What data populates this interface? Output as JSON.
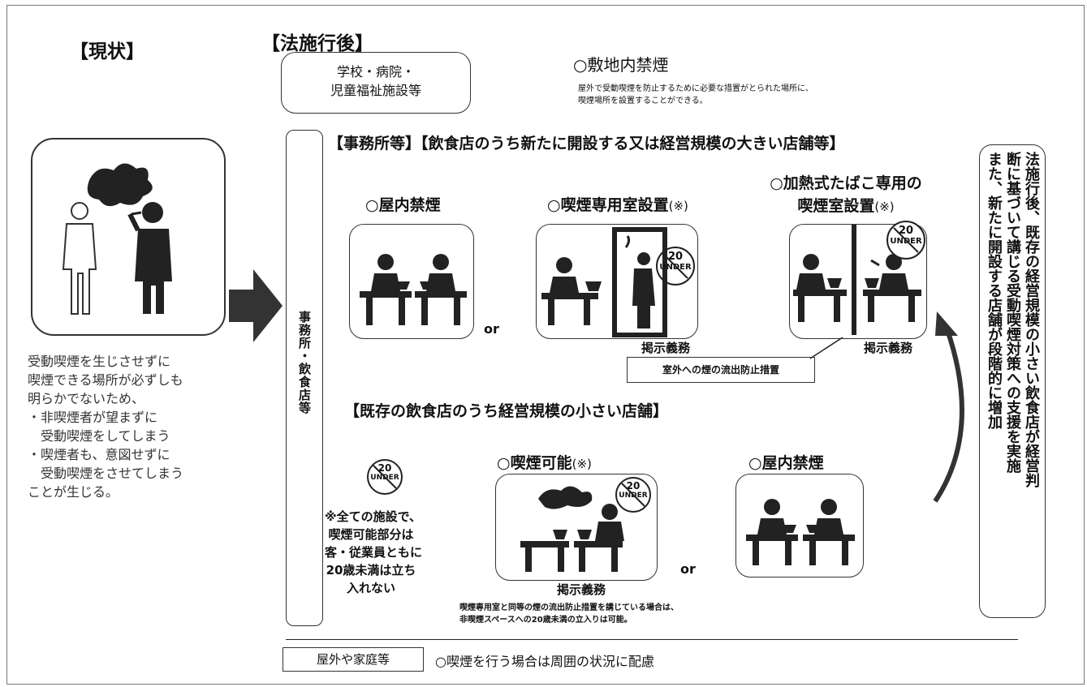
{
  "current": {
    "heading": "【現状】",
    "description": [
      "受動喫煙を生じさせずに",
      "喫煙できる場所が必ずしも",
      "明らかでないため、",
      "・非喫煙者が望まずに",
      "　受動喫煙をしてしまう",
      "・喫煙者も、意図せずに",
      "　受動喫煙をさせてしまう",
      "ことが生じる。"
    ]
  },
  "after": {
    "heading": "【法施行後】",
    "schools_label": [
      "学校・病院・",
      "児童福祉施設等"
    ],
    "schools_rule": "○敷地内禁煙",
    "schools_note": [
      "屋外で受動喫煙を防止するために必要な措置がとられた場所に、",
      "喫煙場所を設置することができる。"
    ],
    "vertical_label": "事務所・飲食店等",
    "offices_heading": "【事務所等】【飲食店のうち新たに開設する又は経営規模の大きい店舗等】",
    "opt_no_smoking": "○屋内禁煙",
    "opt_smoking_room": "○喫煙専用室設置",
    "opt_heated_tobacco": [
      "○加熱式たばこ専用の",
      "喫煙室設置"
    ],
    "asterisk": "(※)",
    "or": "or",
    "posting_duty": "掲示義務",
    "outflow_prevention": "室外への煙の流出防止措置",
    "small_heading": "【既存の飲食店のうち経営規模の小さい店舗】",
    "opt_smoking_allowed": "○喫煙可能",
    "all_facilities_note": [
      "※全ての施設で、",
      "喫煙可能部分は",
      "客・従業員ともに",
      "20歳未満は立ち",
      "入れない"
    ],
    "equivalent_note": [
      "喫煙専用室と同等の煙の流出防止措置を講じている場合は、",
      "非喫煙スペースへの20歳未満の立入りは可能。"
    ],
    "outdoor_label": "屋外や家庭等",
    "outdoor_rule": "○喫煙を行う場合は周囲の状況に配慮",
    "badge_num": "20",
    "badge_text": "UNDER",
    "side_note": [
      "法施行後、既存の経営規模の小さい飲食店が経営判",
      "断に基づいて講じる受動喫煙対策への支援を実施",
      "また、新たに開設する店舗が段階的に増加"
    ]
  }
}
